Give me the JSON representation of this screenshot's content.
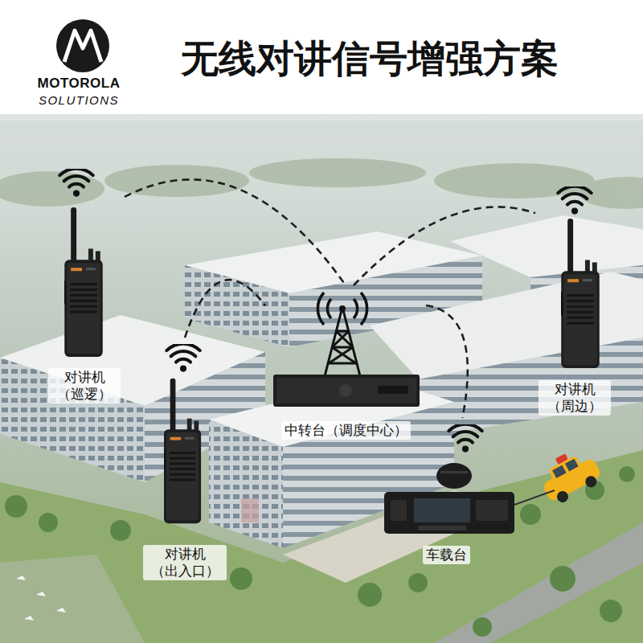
{
  "diagram": {
    "title": "无线对讲信号增强方案",
    "nodes": [
      {
        "text": [
          "对讲机 （巡逻）"
        ]
      },
      {
        "text": [
          "中转台（调度中心）"
        ]
      },
      {
        "text": [
          "对讲机 （周边）"
        ]
      },
      {
        "text": [
          "对讲机 （出入口）"
        ]
      },
      {
        "text": [
          "车载台"
        ]
      }
    ],
    "edges": [
      {
        "from": 0,
        "to": 1,
        "arrow": "none"
      },
      {
        "from": 3,
        "to": 1,
        "arrow": "none"
      },
      {
        "from": 1,
        "to": 2,
        "arrow": "none"
      },
      {
        "from": 1,
        "to": 4,
        "arrow": "none"
      }
    ],
    "labels": [
      "MOTOROLA",
      "SOLUTIONS"
    ]
  }
}
